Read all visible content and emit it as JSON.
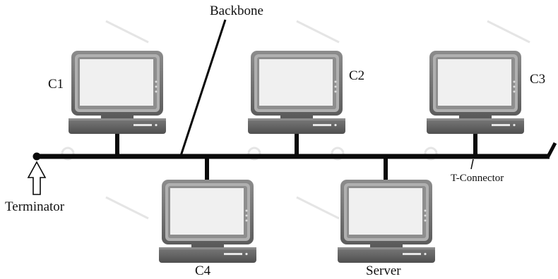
{
  "labels": {
    "backbone": "Backbone",
    "terminator": "Terminator",
    "t_connector": "T-Connector"
  },
  "computers": [
    {
      "id": "c1",
      "label": "C1"
    },
    {
      "id": "c2",
      "label": "C2"
    },
    {
      "id": "c3",
      "label": "C3"
    },
    {
      "id": "c4",
      "label": "C4"
    },
    {
      "id": "server",
      "label": "Server"
    }
  ],
  "colors": {
    "cable": "#0a0a0a",
    "monitor_frame": "#6f6f6f",
    "monitor_bezel": "#a6a6a6",
    "screen": "#efefef",
    "base": "#6a6a6a",
    "base_dark": "#4a4a4a",
    "watermark": "#dddddd"
  }
}
